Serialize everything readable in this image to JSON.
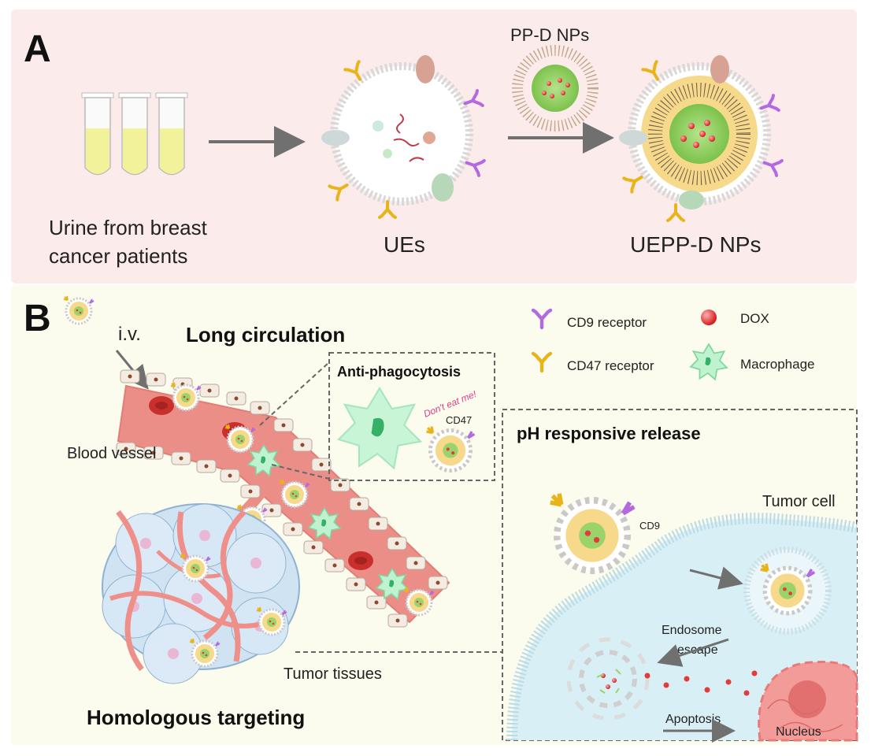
{
  "panel_a": {
    "letter": "A",
    "urine_label_line1": "Urine from breast",
    "urine_label_line2": "cancer patients",
    "ppd_label": "PP-D NPs",
    "ues_label": "UEs",
    "ueppd_label": "UEPP-D NPs"
  },
  "panel_b": {
    "letter": "B",
    "iv_label": "i.v.",
    "long_circulation": "Long circulation",
    "blood_vessel": "Blood vessel",
    "anti_phagocytosis": "Anti-phagocytosis",
    "dont_eat_me": "Don't eat me!",
    "cd47_small": "CD47",
    "tumor_tissues": "Tumor tissues",
    "homologous_targeting": "Homologous targeting",
    "ph_release": "pH responsive release",
    "tumor_cell": "Tumor cell",
    "cd9_small": "CD9",
    "endosome_line1": "Endosome",
    "endosome_line2": "escape",
    "apoptosis": "Apoptosis",
    "nucleus": "Nucleus"
  },
  "legend": {
    "cd9": "CD9 receptor",
    "dox": "DOX",
    "cd47": "CD47 receptor",
    "macrophage": "Macrophage"
  },
  "colors": {
    "panel_a_bg": "#fcebeb",
    "panel_b_bg": "#fbfbee",
    "vessel": "#ee8f8a",
    "cd9_purple": "#b469e0",
    "cd47_yellow": "#e8b41a",
    "dox_red": "#e23b3b",
    "macrophage_green": "#a8ecc0"
  }
}
